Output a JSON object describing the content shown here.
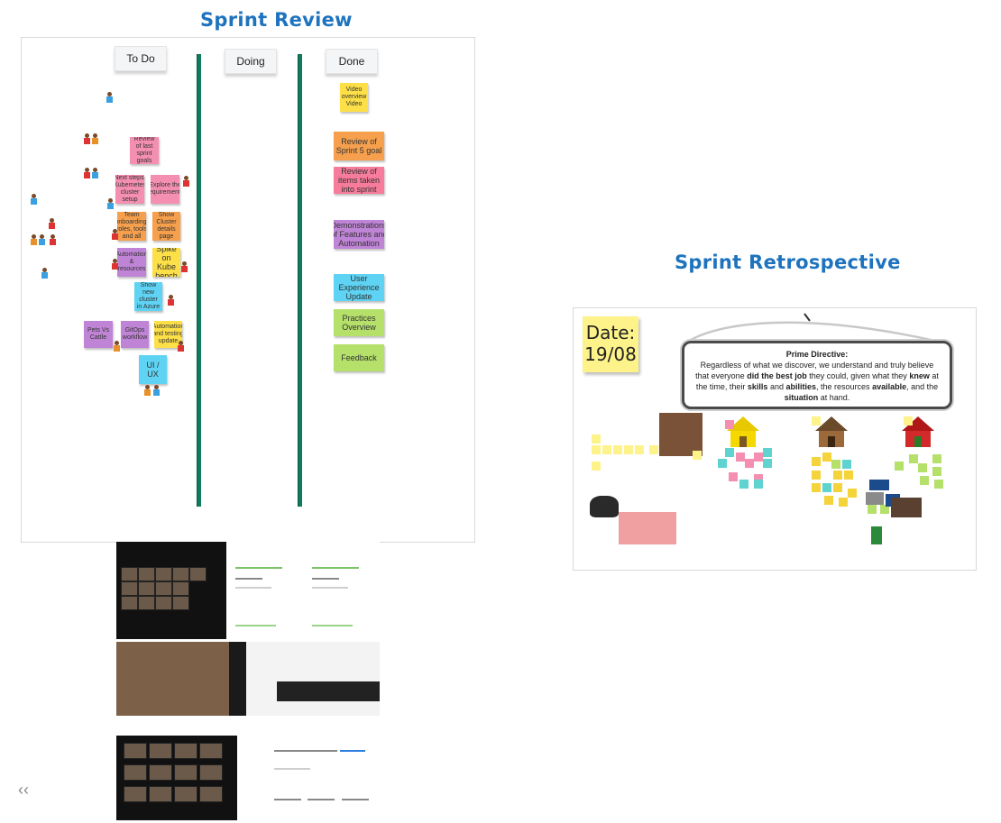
{
  "review": {
    "title": "Sprint Review",
    "columns": [
      "To Do",
      "Doing",
      "Done"
    ],
    "todo_notes": {
      "n1": "Review of last sprint goals",
      "n2": "Next steps: Kubernetes cluster setup",
      "n3": "Explore the requirements",
      "n4": "Team onboarding, roles, tools and all",
      "n5": "Show Cluster details page",
      "n6": "Automation & resources",
      "n7": "Spike on Kube bench",
      "n8": "Show new cluster in Azure",
      "n9": "Pets Vs Cattle",
      "n10": "GitOps workflow",
      "n11": "Automation and testing update",
      "n12": "UI / UX"
    },
    "done_notes": {
      "d1": "Video overview Video",
      "d2": "Review of Sprint 5 goal",
      "d3": "Review of items taken into sprint",
      "d4": "Demonstrations of Features and Automation",
      "d5": "User Experience Update",
      "d6": "Practices Overview",
      "d7": "Feedback"
    }
  },
  "retro": {
    "title": "Sprint Retrospective",
    "date_label": "Date:",
    "date_value": "19/08",
    "prime_title": "Prime Directive:",
    "prime_text_1": "Regardless of what we discover, we understand and truly believe that everyone",
    "prime_bold_1": "did the best job",
    "prime_text_2": "they could, given what they",
    "prime_bold_2": "knew",
    "prime_text_3": "at the time, their",
    "prime_bold_3": "skills",
    "prime_text_4": "and",
    "prime_bold_4": "abilities",
    "prime_text_5": ", the resources",
    "prime_bold_5": "available",
    "prime_text_6": ", and the",
    "prime_bold_6": "situation",
    "prime_text_7": "at hand."
  },
  "nav": {
    "collapse": "‹‹"
  },
  "colors": {
    "title": "#1e73be",
    "bar": "#0f7a5c",
    "pink": "#f48fb1",
    "orange": "#f6a04d",
    "yellow": "#fde047",
    "purple": "#c084d6",
    "cyan": "#5ed3f3",
    "green": "#b5e06a",
    "lightgreen": "#d4f5a0"
  }
}
